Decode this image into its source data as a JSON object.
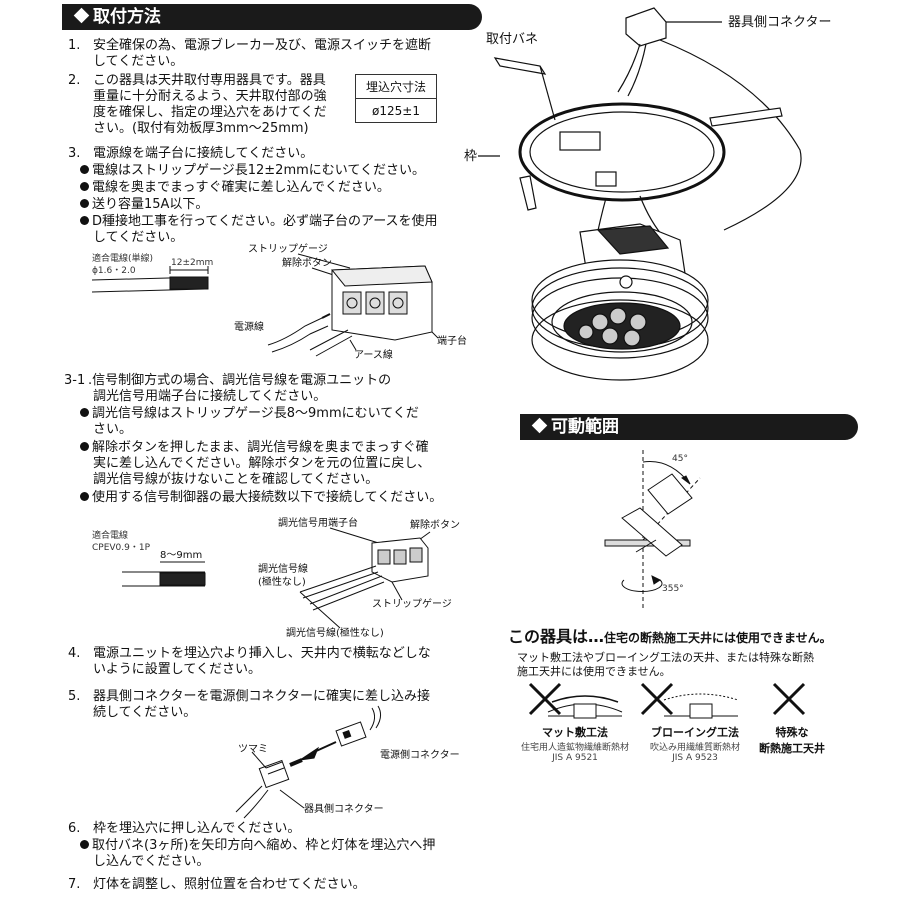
{
  "install": {
    "header": "取付方法",
    "step1": {
      "num": "1.",
      "lines": [
        "安全確保の為、電源ブレーカー及び、電源スイッチを遮断",
        "してください。"
      ]
    },
    "step2": {
      "num": "2.",
      "lines": [
        "この器具は天井取付専用器具です。器具",
        "重量に十分耐えるよう、天井取付部の強",
        "度を確保し、指定の埋込穴をあけてくだ",
        "さい。(取付有効板厚3mm〜25mm)"
      ]
    },
    "hole_table": {
      "header": "埋込穴寸法",
      "value": "ø125±1"
    },
    "step3": {
      "num": "3.",
      "title": "電源線を端子台に接続してください。",
      "bullets": [
        "電線はストリップゲージ長12±2mmにむいてください。",
        "電線を奥までまっすぐ確実に差し込んでください。",
        "送り容量15A以下。",
        "D種接地工事を行ってください。必ず端子台のアースを使用",
        "してください。"
      ]
    },
    "fig1": {
      "wire_spec": "適合電線(単線)",
      "wire_size": "ϕ1.6・2.0",
      "strip_len": "12±2mm",
      "strip_gauge": "ストリップゲージ",
      "release_button": "解除ボタン",
      "power_wire": "電源線",
      "terminal_block": "端子台",
      "earth_wire": "アース線"
    },
    "step31": {
      "num": "3-1",
      "lines": [
        ".信号制御方式の場合、調光信号線を電源ユニットの",
        "調光信号用端子台に接続してください。"
      ],
      "bullets": [
        [
          "調光信号線はストリップゲージ長8〜9mmにむいてくだ",
          "さい。"
        ],
        [
          "解除ボタンを押したまま、調光信号線を奥までまっすぐ確",
          "実に差し込んでください。解除ボタンを元の位置に戻し、",
          "調光信号線が抜けないことを確認してください。"
        ],
        [
          "使用する信号制御器の最大接続数以下で接続してください。"
        ]
      ]
    },
    "fig2": {
      "wire_spec": "適合電線",
      "wire_size": "CPEV0.9・1P",
      "strip_len": "8〜9mm",
      "signal_terminal": "調光信号用端子台",
      "release_button": "解除ボタン",
      "signal_wire": "調光信号線",
      "polarity": "(極性なし)",
      "strip_gauge": "ストリップゲージ",
      "signal_wire_bottom": "調光信号線(極性なし)"
    },
    "step4": {
      "num": "4.",
      "lines": [
        "電源ユニットを埋込穴より挿入し、天井内で横転などしな",
        "いように設置してください。"
      ]
    },
    "step5": {
      "num": "5.",
      "lines": [
        "器具側コネクターを電源側コネクターに確実に差し込み接",
        "続してください。"
      ]
    },
    "fig3": {
      "knob": "ツマミ",
      "power_connector": "電源側コネクター",
      "fixture_connector": "器具側コネクター"
    },
    "step6": {
      "num": "6.",
      "title": "枠を埋込穴に押し込んでください。",
      "bullet": [
        "取付バネ(3ヶ所)を矢印方向へ縮め、枠と灯体を埋込穴へ押",
        "し込んでください。"
      ]
    },
    "step7": {
      "num": "7.",
      "title": "灯体を調整し、照射位置を合わせてください。"
    }
  },
  "fixture": {
    "fixture_connector": "器具側コネクター",
    "spring": "取付バネ",
    "frame": "枠"
  },
  "movable": {
    "header": "可動範囲",
    "tilt": "45°",
    "rotate": "355°"
  },
  "warning": {
    "title_main": "この器具は…",
    "title_rest": "住宅の断熱施工天井には使用できません。",
    "lines": [
      "マット敷工法やブローイング工法の天井、または特殊な断熱",
      "施工天井には使用できません。"
    ],
    "items": [
      {
        "label": "マット敷工法",
        "sub1": "住宅用人造鉱物繊維断熱材",
        "sub2": "JIS A 9521"
      },
      {
        "label": "ブローイング工法",
        "sub1": "吹込み用繊維質断熱材",
        "sub2": "JIS A 9523"
      },
      {
        "label1": "特殊な",
        "label2": "断熱施工天井"
      }
    ]
  }
}
